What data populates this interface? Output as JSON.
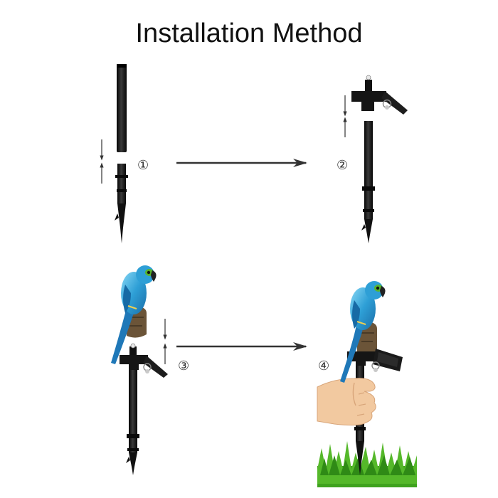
{
  "title": "Installation Method",
  "steps": [
    {
      "number": "①"
    },
    {
      "number": "②"
    },
    {
      "number": "③"
    },
    {
      "number": "④"
    }
  ],
  "colors": {
    "stake": "#161616",
    "arrow": "#333333",
    "parrot_body": "#2e9fd6",
    "parrot_light": "#7fd3f2",
    "parrot_green": "#58b52c",
    "stump": "#6b5438",
    "hand": "#f2c9a0",
    "grass": "#3fa21e"
  },
  "icons": [
    "stake-icon",
    "solar-lamp-icon",
    "parrot-statue-icon",
    "hand-icon",
    "grass-icon",
    "arrow-right-icon",
    "arrow-up-icon",
    "arrow-down-icon"
  ]
}
